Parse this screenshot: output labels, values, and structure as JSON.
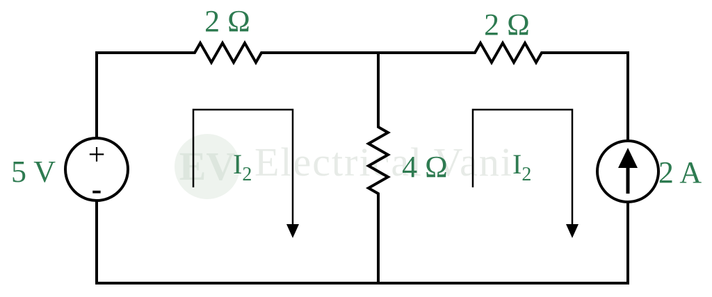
{
  "watermark": {
    "logo": "EV",
    "text": "Electrical Vani"
  },
  "sources": {
    "voltage": {
      "value": "5 V",
      "plus": "+",
      "minus": "-"
    },
    "current": {
      "value": "2 A"
    }
  },
  "resistors": {
    "top_left": "2 Ω",
    "top_right": "2 Ω",
    "middle": "4 Ω"
  },
  "meshes": {
    "left": {
      "symbol": "I",
      "sub": "2"
    },
    "right": {
      "symbol": "I",
      "sub": "2"
    }
  },
  "colors": {
    "label": "#2e7b51",
    "wire": "#000000",
    "watermark_circle": "#eef3ee",
    "watermark_logo": "#dde6de",
    "watermark_text": "#e7ebe7"
  }
}
